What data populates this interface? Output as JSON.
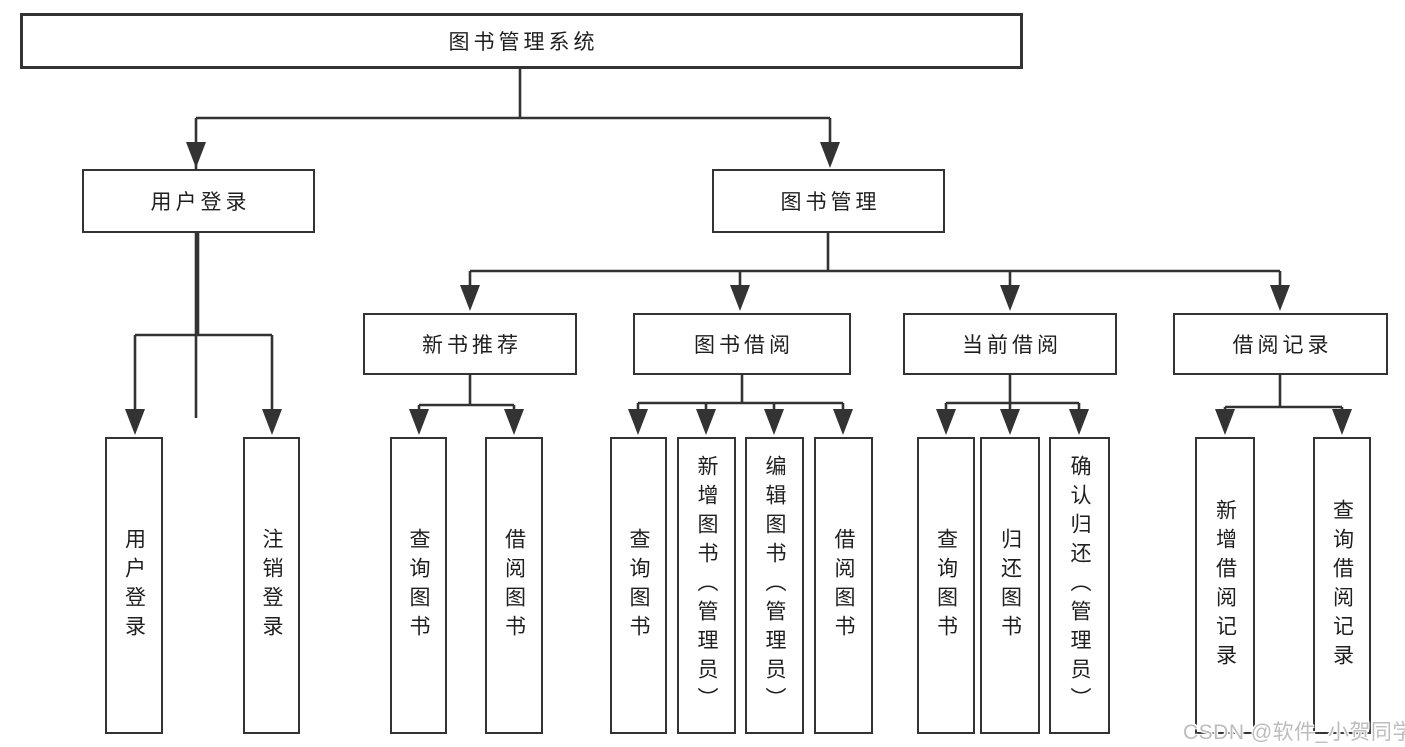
{
  "tree": {
    "label": "图书管理系统",
    "children": [
      {
        "label": "用户登录",
        "children": [
          {
            "label": "用户登录"
          },
          {
            "label": "注销登录"
          }
        ]
      },
      {
        "label": "图书管理",
        "children": [
          {
            "label": "新书推荐",
            "children": [
              {
                "label": "查询图书"
              },
              {
                "label": "借阅图书"
              }
            ]
          },
          {
            "label": "图书借阅",
            "children": [
              {
                "label": "查询图书"
              },
              {
                "label": "新增图书（管理员）"
              },
              {
                "label": "编辑图书（管理员）"
              },
              {
                "label": "借阅图书"
              }
            ]
          },
          {
            "label": "当前借阅",
            "children": [
              {
                "label": "查询图书"
              },
              {
                "label": "归还图书"
              },
              {
                "label": "确认归还（管理员）"
              }
            ]
          },
          {
            "label": "借阅记录",
            "children": [
              {
                "label": "新增借阅记录"
              },
              {
                "label": "查询借阅记录"
              }
            ]
          }
        ]
      }
    ]
  },
  "watermark": "CSDN @软件_小贺同学",
  "colors": {
    "line": "#333333",
    "text": "#1f1f1f",
    "watermark": "#bdbdbd",
    "background": "#ffffff"
  }
}
